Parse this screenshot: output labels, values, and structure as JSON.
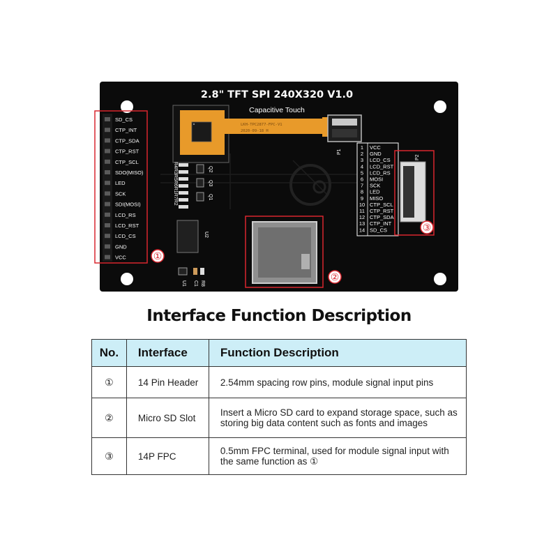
{
  "board": {
    "title": "2.8\" TFT SPI 240X320 V1.0",
    "subtitle": "Capacitive Touch",
    "fpc_label_line1": "LKH-TPC2877-FPC-V1",
    "fpc_label_line2": "2020-09-18  H",
    "p1_label": "P1",
    "p2_label": "P2",
    "u1_label": "U1",
    "u2_label": "U2",
    "c1_label": "C1",
    "r8_label": "R8",
    "resistor_labels": "R4R3R5R6R1R7R2",
    "q_labels": [
      "Q2",
      "Q3",
      "Q1"
    ],
    "left_header_pins": [
      "SD_CS",
      "CTP_INT",
      "CTP_SDA",
      "CTP_RST",
      "CTP_SCL",
      "SDO(MISO)",
      "LED",
      "SCK",
      "SDI(MOSI)",
      "LCD_RS",
      "LCD_RST",
      "LCD_CS",
      "GND",
      "VCC"
    ],
    "fpc_pin_numbers": [
      "1",
      "2",
      "3",
      "4",
      "5",
      "6",
      "7",
      "8",
      "9",
      "10",
      "11",
      "12",
      "13",
      "14"
    ],
    "fpc_pin_names": [
      "VCC",
      "GND",
      "LCD_CS",
      "LCD_RST",
      "LCD_RS",
      "MOSI",
      "SCK",
      "LED",
      "MISO",
      "CTP_SCL",
      "CTP_RST",
      "CTP_SDA",
      "CTP_INT",
      "SD_CS"
    ],
    "callouts": [
      "①",
      "②",
      "③"
    ],
    "colors": {
      "pcb": "#0c0c0c",
      "silkscreen": "#ffffff",
      "callout": "#d9262e",
      "fpc": "#e89a2a"
    }
  },
  "description": {
    "title": "Interface Function Description",
    "headers": {
      "no": "No.",
      "interface": "Interface",
      "function": "Function Description"
    },
    "rows": [
      {
        "no": "①",
        "interface": "14 Pin Header",
        "function": "2.54mm spacing row pins, module signal input pins"
      },
      {
        "no": "②",
        "interface": "Micro SD Slot",
        "function": "Insert a Micro SD card to expand storage space, such as storing big data content such as fonts and images"
      },
      {
        "no": "③",
        "interface": "14P FPC",
        "function": "0.5mm FPC terminal, used for module signal input with the same function as ①"
      }
    ],
    "header_color": "#cdeef7"
  }
}
